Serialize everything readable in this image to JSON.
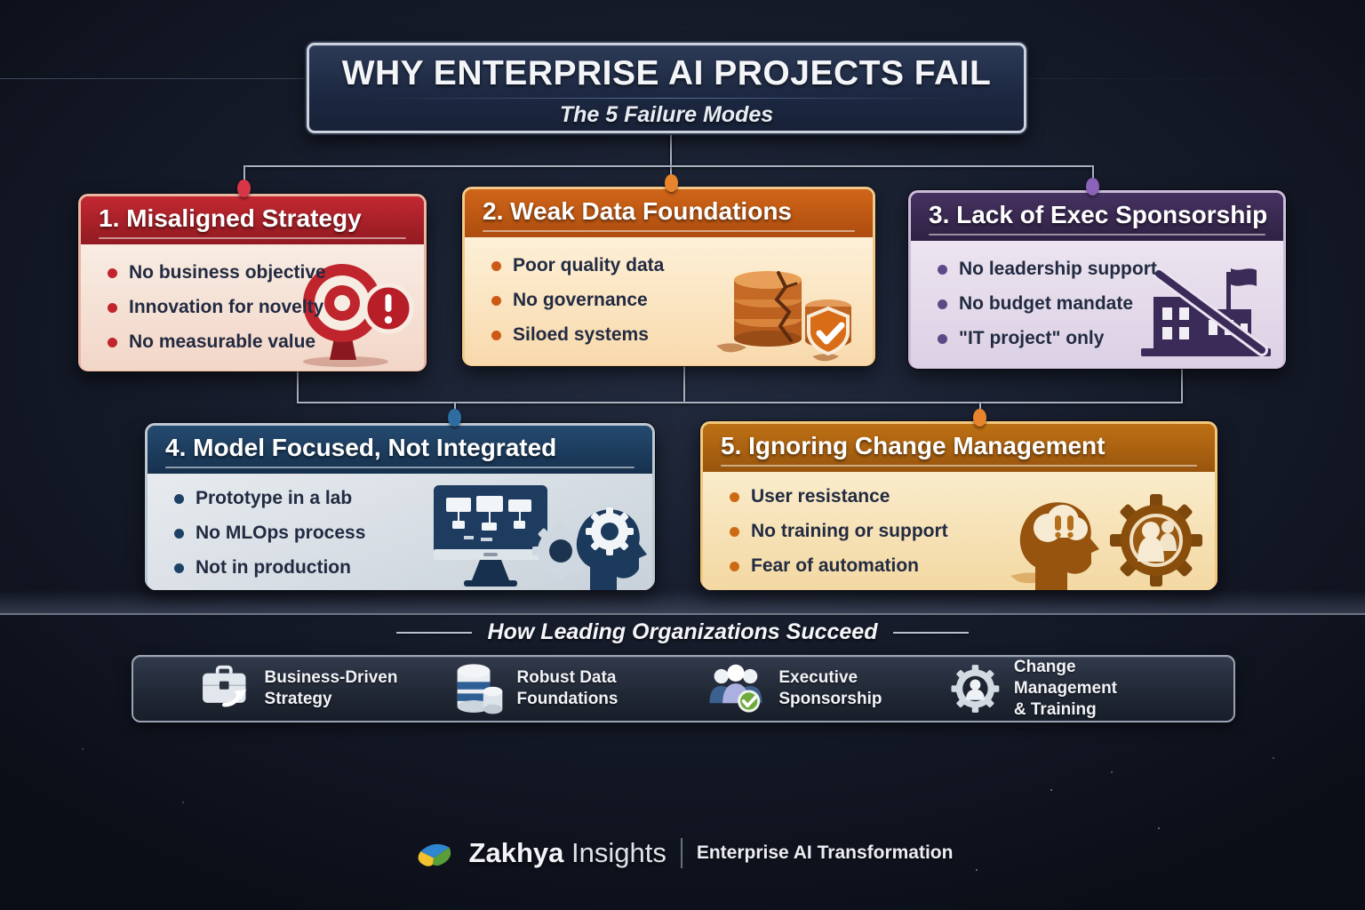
{
  "header": {
    "title": "WHY ENTERPRISE AI PROJECTS FAIL",
    "subtitle": "The 5 Failure Modes"
  },
  "cards": [
    {
      "title": "1. Misaligned Strategy",
      "bullets": [
        "No business objective",
        "Innovation for novelty",
        "No measurable value"
      ],
      "icon": "target-warning-icon",
      "accent": "#c0242c"
    },
    {
      "title": "2. Weak Data Foundations",
      "bullets": [
        "Poor quality data",
        "No governance",
        "Siloed systems"
      ],
      "icon": "cracked-database-icon",
      "accent": "#cc5a16"
    },
    {
      "title": "3. Lack of Exec Sponsorship",
      "bullets": [
        "No leadership support",
        "No budget mandate",
        "\"IT project\" only"
      ],
      "icon": "no-executive-building-icon",
      "accent": "#3b2b58"
    },
    {
      "title": "4. Model Focused, Not Integrated",
      "bullets": [
        "Prototype in a lab",
        "No MLOps process",
        "Not in production"
      ],
      "icon": "monitor-gears-head-icon",
      "accent": "#1e4266"
    },
    {
      "title": "5. Ignoring Change Management",
      "bullets": [
        "User resistance",
        "No training or support",
        "Fear of automation"
      ],
      "icon": "head-cloud-gear-icon",
      "accent": "#b06612"
    }
  ],
  "succeed": {
    "heading": "How Leading Organizations Succeed",
    "items": [
      {
        "label": "Business-Driven Strategy",
        "icon": "briefcase-arrow-icon"
      },
      {
        "label": "Robust Data Foundations",
        "icon": "database-icon"
      },
      {
        "label": "Executive Sponsorship",
        "icon": "team-check-icon"
      },
      {
        "label_line1": "Change Management",
        "label_line2": "& Training",
        "icon": "gear-person-icon"
      }
    ]
  },
  "footer": {
    "brand": "Zakhya",
    "brand_suffix": "Insights",
    "tagline": "Enterprise AI Transformation",
    "logo": "zakhya-diamond-logo"
  },
  "colors": {
    "background": "#10141f",
    "connector": "#aab2c1",
    "dot_red": "#d83547",
    "dot_orange": "#e8852c",
    "dot_purple": "#8a63b8",
    "dot_blue": "#2e6da2",
    "success_green": "#6cab3c"
  }
}
